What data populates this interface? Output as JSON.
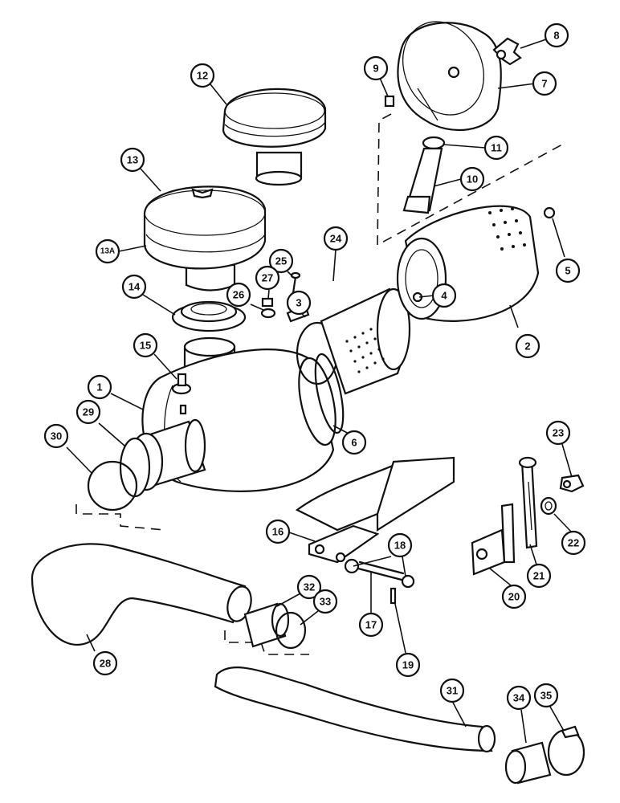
{
  "callouts": [
    {
      "label": "1"
    },
    {
      "label": "2"
    },
    {
      "label": "3"
    },
    {
      "label": "4"
    },
    {
      "label": "5"
    },
    {
      "label": "6"
    },
    {
      "label": "7"
    },
    {
      "label": "8"
    },
    {
      "label": "9"
    },
    {
      "label": "10"
    },
    {
      "label": "11"
    },
    {
      "label": "12"
    },
    {
      "label": "13"
    },
    {
      "label": "13A"
    },
    {
      "label": "14"
    },
    {
      "label": "15"
    },
    {
      "label": "16"
    },
    {
      "label": "17"
    },
    {
      "label": "18"
    },
    {
      "label": "19"
    },
    {
      "label": "20"
    },
    {
      "label": "21"
    },
    {
      "label": "22"
    },
    {
      "label": "23"
    },
    {
      "label": "24"
    },
    {
      "label": "25"
    },
    {
      "label": "26"
    },
    {
      "label": "27"
    },
    {
      "label": "28"
    },
    {
      "label": "29"
    },
    {
      "label": "30"
    },
    {
      "label": "31"
    },
    {
      "label": "32"
    },
    {
      "label": "33"
    },
    {
      "label": "34"
    },
    {
      "label": "35"
    }
  ]
}
